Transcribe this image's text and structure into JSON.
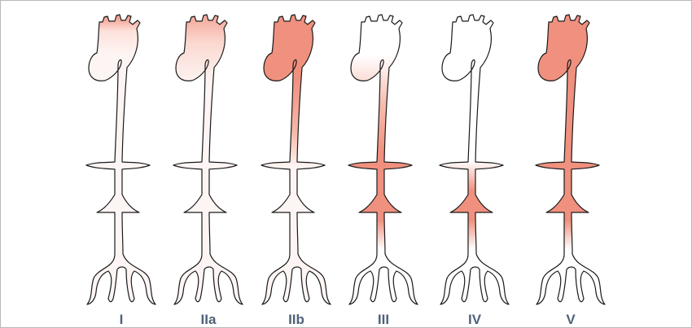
{
  "figure": {
    "type_labels": [
      "I",
      "IIa",
      "IIb",
      "III",
      "IV",
      "V"
    ],
    "colors": {
      "outline": "#1a1a1a",
      "base": "#fdf5f3",
      "involved": "#f0907f",
      "label": "#4f627a"
    }
  }
}
